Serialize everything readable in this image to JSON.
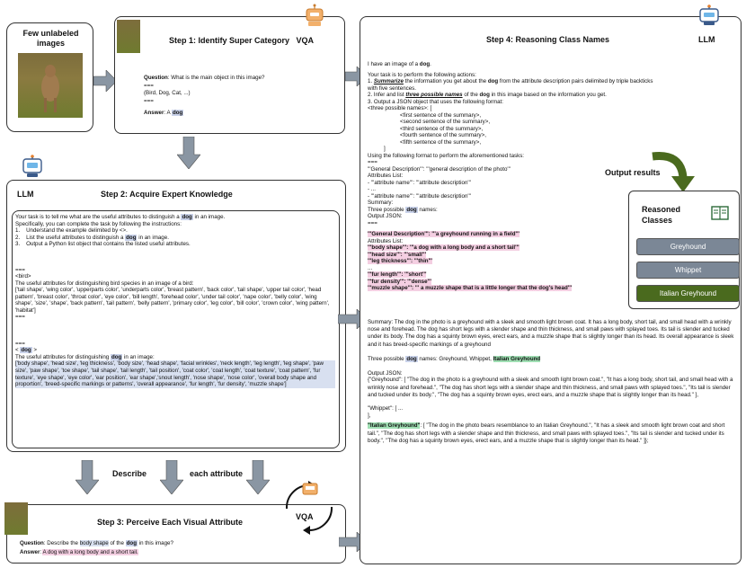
{
  "few_unlabeled": {
    "line1": "Few unlabeled",
    "line2": "images"
  },
  "step1": {
    "title": "Step 1: Identify Super Category",
    "vqa": "VQA",
    "question_label": "Question",
    "question_text": ": What is the main object in this image?",
    "sep1": "===",
    "options": "(Bird, Dog, Cat, ...)",
    "sep2": "===",
    "answer_label": "Answer",
    "answer_pre": ": A ",
    "answer_word": "dog"
  },
  "step2": {
    "llm": "LLM",
    "title": "Step 2: Acquire Expert Knowledge",
    "intro1_pre": "Your task is to tell me what are the useful attributes to distinguish a ",
    "intro1_dog": "dog",
    "intro1_post": " in an image.",
    "intro2": "Specifically, you can complete the task by following the instructions:",
    "i1_num": "1.",
    "i1": "Understand the example delimited by <>.",
    "i2_num": "2.",
    "i2_pre": "List the useful attributes to distinguish a ",
    "i2_dog": "dog",
    "i2_post": " in an image.",
    "i3_num": "3.",
    "i3": "Output a Python list object that contains the listed useful attributes.",
    "sep_a": "===",
    "bird_tag": "<bird>",
    "bird_line": "The useful attributes for distinguishing bird species in an image of a bird:",
    "bird_list": "['tail shape', 'wing color', 'upperparts color', 'underparts color', 'breast pattern', 'back color', 'tail shape', 'upper tail color', 'head pattern', 'breast color', 'throat color', 'eye color', 'bill length', 'forehead color', 'under tail color', 'nape color', 'belly color', 'wing shape', 'size', 'shape', 'back pattern', 'tail pattern', 'belly pattern', 'primary color', 'leg color', 'bill color', 'crown color', 'wing pattern', 'habitat']",
    "sep_b": "===",
    "sep_c": "===",
    "dog_tag_open": "< ",
    "dog_tag_word": "dog",
    "dog_tag_close": " >",
    "dog_line_pre": "The useful attributes for distinguishing ",
    "dog_line_dog": "dog",
    "dog_line_post": " in an image:",
    "dog_list": "['body shape', 'head size', 'leg thickness', 'body size', 'head shape', 'facial wrinkles', 'neck length', 'leg length', 'leg shape', 'paw size', 'paw shape', 'toe shape', 'tail shape', 'tail length', 'tail position', 'coat color', 'coat length', 'coat texture', 'coat pattern', 'fur texture', 'eye shape', 'eye color', 'ear position', 'ear shape','snout length', 'nose shape', 'nose color', 'overall body shape and proportion', 'breed-specific markings or patterns', 'overall appearance', 'fur length', 'fur density', 'muzzle shape']"
  },
  "describe": {
    "word1": "Describe",
    "word2": "each attribute"
  },
  "step3": {
    "title": "Step 3: Perceive Each Visual Attribute",
    "vqa": "VQA",
    "q_label": "Question",
    "q_pre": ": Describe the ",
    "q_attr": "body shape",
    "q_mid": " of the ",
    "q_dog": "dog",
    "q_post": " in this image?",
    "a_label": "Answer",
    "a_pre": ": ",
    "a_text": "A dog with a long body and a short tail."
  },
  "step4": {
    "title": "Step 4: Reasoning Class Names",
    "llm": "LLM",
    "l1_pre": "I have an image of a ",
    "l1_dog": "dog",
    "l1_post": ".",
    "l2": "Your task is to perform the following actions:",
    "l3_num": "1. ",
    "l3_sum": "Summarize",
    "l3_pre": " the information you get about the ",
    "l3_dog": "dog",
    "l3_post": " from the attribute description pairs delimited by triple backticks",
    "l4": "with five sentences.",
    "l5_pre": "2. Infer and list ",
    "l5_em": "three possible names",
    "l5_mid": " of the ",
    "l5_dog": "dog",
    "l5_post": " in this image based on the information you get.",
    "l6": "3. Output a JSON object that uses the following format:",
    "l7": "<three possible names>: [",
    "l8": "<first sentence of the summary>,",
    "l9": "<second sentence of the summary>,",
    "l10": "<third sentence of the summary>,",
    "l11": "<fourth sentence of the summary>,",
    "l12": "<fifth sentence of the summary>,",
    "l13": "]",
    "l14": "Using the following format to perform the aforementioned tasks:",
    "l15": "===",
    "l16": "'''General Description''': '''general description of the photo'''",
    "l17": "Attributes List:",
    "l18": "- '''attribute name''': '''attribute description'''",
    "l19": "- ...",
    "l20": "- '''attribute name''': '''attribute description'''",
    "l21": "Summary:",
    "l22_pre": "Three possible ",
    "l22_dog": "dog",
    "l22_post": " names:",
    "l23": "Output JSON:",
    "l24": "===",
    "p1": "'''General Description''': '''a greyhound running in a field'''",
    "p2": "Attributes List:",
    "p3": "'''body shape''': '''a dog with a long body and a short tail'''",
    "p4": "'''head size''': '''small'''",
    "p5": "'''leg thickness''': '''thin'''",
    "p6": "...",
    "p7": "'''fur length''': '''short'''",
    "p8": "'''fur density''': '''dense'''",
    "p9": "'''muzzle shape''': ''' a muzzle shape that is a little longer that the dog's head'''",
    "summary": "Summary: The dog in the photo is a greyhound with a sleek and smooth light brown coat. It has a long body, short tail, and small head with a wrinkly nose and forehead. The dog has short legs with a slender shape and thin thickness, and small paws with splayed toes. Its tail is slender and tucked under its body. The dog has a squinty brown eyes, erect ears, and a muzzle shape that is slightly longer than its head. Its overall appearance is sleek and it has breed-specific markings of a greyhound",
    "names_pre": "Three possible ",
    "names_dog": "dog",
    "names_mid": " names: Greyhound, Whippet, ",
    "names_ig": "Italian Greyhound",
    "out_label": "Output JSON:",
    "out1": "{\"Greyhound\": [ \"The dog in the photo is a greyhound with a sleek and smooth light brown coat.\", \"It has a long body, short tail, and small head with a wrinkly nose and forehead.\", \"The dog has short legs with a slender shape and thin thickness, and small paws with splayed toes.\",     \"Its tail is slender and tucked under its body.\", \"The dog has a squinty brown eyes, erect ears, and a muzzle shape that is slightly longer than its head.\" ],",
    "out2": "\"Whippet\": [ ...",
    "out3": "],",
    "out4_ig": "\"Italian Greyhound\"",
    "out4": ": [ \"The dog in the photo bears resemblance to an Italian Greyhound.\", \"It has a sleek and smooth light brown coat and short tail.\",  \"The dog has short legs with a slender shape and thin thickness, and small paws with splayed toes.\", \"Its tail is slender and tucked under its body.\", \"The dog has a squinty brown eyes, erect ears, and a muzzle shape that is slightly longer than its head.\" ]};"
  },
  "output_results": "Output results",
  "reasoned": {
    "title1": "Reasoned",
    "title2": "Classes",
    "classes": [
      "Greyhound",
      "Whippet",
      "Italian Greyhound"
    ]
  },
  "colors": {
    "grey_btn": "#7b8796",
    "green_btn": "#4a6a1e",
    "arrow": "#8a96a3",
    "pink": "#f4cfe2",
    "blue": "#d8e0f0",
    "green_hl": "#9fdfb3"
  }
}
